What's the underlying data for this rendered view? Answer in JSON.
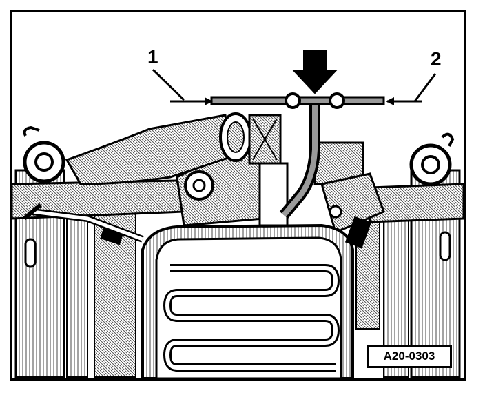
{
  "callouts": [
    {
      "label": "1"
    },
    {
      "label": "2"
    }
  ],
  "figure_ref": "A20-0303",
  "colors": {
    "ink": "#000000",
    "paper": "#ffffff",
    "shade": "#9a9a9a"
  }
}
